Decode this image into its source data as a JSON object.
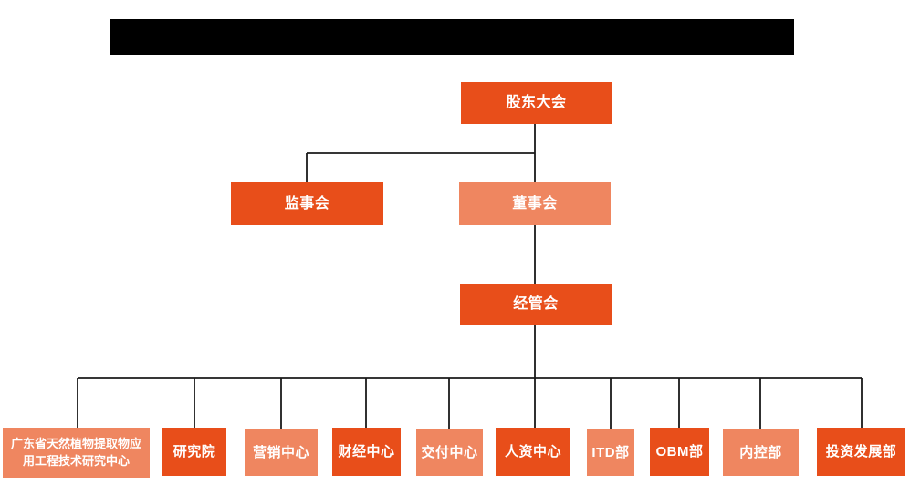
{
  "colors": {
    "primary_box": "#e84e1a",
    "secondary_box": "#ef8660",
    "connector_line": "#1a1a1a",
    "title_bar": "#000000",
    "box_text": "#ffffff",
    "background": "#ffffff"
  },
  "org_chart": {
    "nodes": {
      "shareholders": {
        "label": "股东大会",
        "tone": "dark"
      },
      "supervisors": {
        "label": "监事会",
        "tone": "dark"
      },
      "directors": {
        "label": "董事会",
        "tone": "light"
      },
      "management": {
        "label": "经管会",
        "tone": "dark"
      }
    },
    "departments": [
      {
        "label": "广东省天然植物提取物应用工程技术研究中心",
        "tone": "light"
      },
      {
        "label": "研究院",
        "tone": "dark"
      },
      {
        "label": "营销中心",
        "tone": "light"
      },
      {
        "label": "财经中心",
        "tone": "dark"
      },
      {
        "label": "交付中心",
        "tone": "light"
      },
      {
        "label": "人资中心",
        "tone": "dark"
      },
      {
        "label": "ITD部",
        "tone": "light"
      },
      {
        "label": "OBM部",
        "tone": "dark"
      },
      {
        "label": "内控部",
        "tone": "light"
      },
      {
        "label": "投资发展部",
        "tone": "dark"
      }
    ],
    "hierarchy": [
      {
        "from": "股东大会",
        "to": [
          "监事会",
          "董事会"
        ]
      },
      {
        "from": "董事会",
        "to": [
          "经管会"
        ]
      },
      {
        "from": "经管会",
        "to": [
          "广东省天然植物提取物应用工程技术研究中心",
          "研究院",
          "营销中心",
          "财经中心",
          "交付中心",
          "人资中心",
          "ITD部",
          "OBM部",
          "内控部",
          "投资发展部"
        ]
      }
    ]
  }
}
